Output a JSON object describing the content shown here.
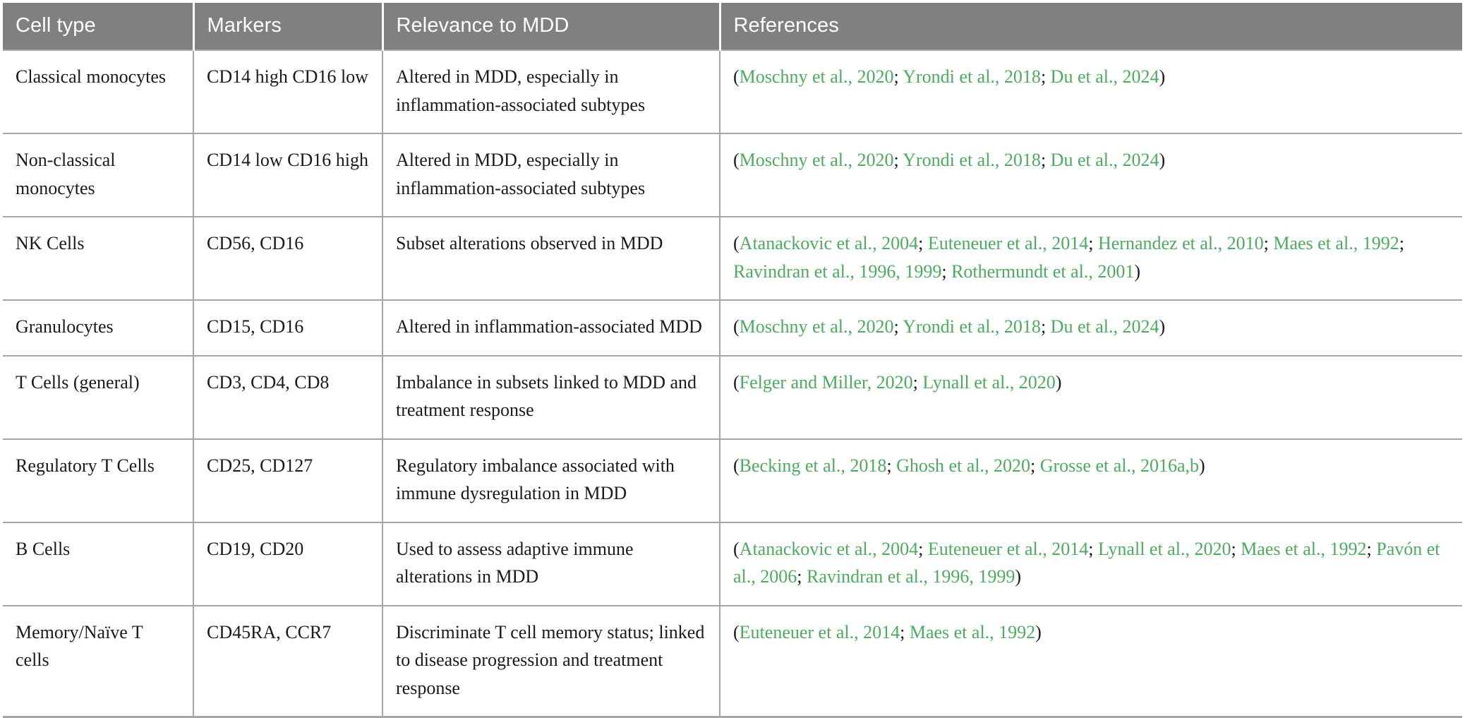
{
  "table": {
    "columns": [
      {
        "key": "cell_type",
        "label": "Cell type"
      },
      {
        "key": "markers",
        "label": "Markers"
      },
      {
        "key": "relevance",
        "label": "Relevance to MDD"
      },
      {
        "key": "references",
        "label": "References"
      }
    ],
    "header_background": "#808080",
    "header_text_color": "#ffffff",
    "citation_color": "#4cab5e",
    "border_color": "#a6a6a6",
    "rows": [
      {
        "cell_type": "Classical monocytes",
        "markers": "CD14 high CD16 low",
        "relevance": "Altered in MDD, especially in inflammation-associated subtypes",
        "references_text": "(Moschny et al., 2020; Yrondi et al., 2018; Du et al., 2024)",
        "citations": [
          "Moschny et al., 2020",
          "Yrondi et al., 2018",
          "Du et al., 2024"
        ]
      },
      {
        "cell_type": "Non-classical monocytes",
        "markers": "CD14 low CD16 high",
        "relevance": "Altered in MDD, especially in inflammation-associated subtypes",
        "references_text": "(Moschny et al., 2020; Yrondi et al., 2018; Du et al., 2024)",
        "citations": [
          "Moschny et al., 2020",
          "Yrondi et al., 2018",
          "Du et al., 2024"
        ]
      },
      {
        "cell_type": "NK Cells",
        "markers": "CD56, CD16",
        "relevance": "Subset alterations observed in MDD",
        "references_text": "(Atanackovic et al., 2004; Euteneuer et al., 2014; Hernandez et al., 2010; Maes et al., 1992; Ravindran et al., 1996, 1999; Rothermundt et al., 2001)",
        "citations": [
          "Atanackovic et al., 2004",
          "Euteneuer et al., 2014",
          "Hernandez et al., 2010",
          "Maes et al., 1992",
          "Ravindran et al., 1996, 1999",
          "Rothermundt et al., 2001"
        ]
      },
      {
        "cell_type": "Granulocytes",
        "markers": "CD15, CD16",
        "relevance": "Altered in inflammation-associated MDD",
        "references_text": "(Moschny et al., 2020; Yrondi et al., 2018; Du et al., 2024)",
        "citations": [
          "Moschny et al., 2020",
          "Yrondi et al., 2018",
          "Du et al., 2024"
        ]
      },
      {
        "cell_type": "T Cells (general)",
        "markers": "CD3, CD4, CD8",
        "relevance": "Imbalance in subsets linked to MDD and treatment response",
        "references_text": "(Felger and Miller, 2020; Lynall et al., 2020)",
        "citations": [
          "Felger and Miller, 2020",
          "Lynall et al., 2020"
        ]
      },
      {
        "cell_type": "Regulatory T Cells",
        "markers": "CD25, CD127",
        "relevance": "Regulatory imbalance associated with immune dysregulation in MDD",
        "references_text": "(Becking et al., 2018; Ghosh et al., 2020; Grosse et al., 2016a,b)",
        "citations": [
          "Becking et al., 2018",
          "Ghosh et al., 2020",
          "Grosse et al., 2016a,b"
        ]
      },
      {
        "cell_type": "B Cells",
        "markers": "CD19, CD20",
        "relevance": "Used to assess adaptive immune alterations in MDD",
        "references_text": "(Atanackovic et al., 2004; Euteneuer et al., 2014; Lynall et al., 2020; Maes et al., 1992; Pavón et al., 2006; Ravindran et al., 1996, 1999)",
        "citations": [
          "Atanackovic et al., 2004",
          "Euteneuer et al., 2014",
          "Lynall et al., 2020",
          "Maes et al., 1992",
          "Pavón et al., 2006",
          "Ravindran et al., 1996, 1999"
        ]
      },
      {
        "cell_type": "Memory/Naïve T cells",
        "markers": "CD45RA, CCR7",
        "relevance": "Discriminate T cell memory status; linked to disease progression and treatment response",
        "references_text": "(Euteneuer et al., 2014; Maes et al., 1992)",
        "citations": [
          "Euteneuer et al., 2014",
          "Maes et al., 1992"
        ]
      }
    ]
  }
}
